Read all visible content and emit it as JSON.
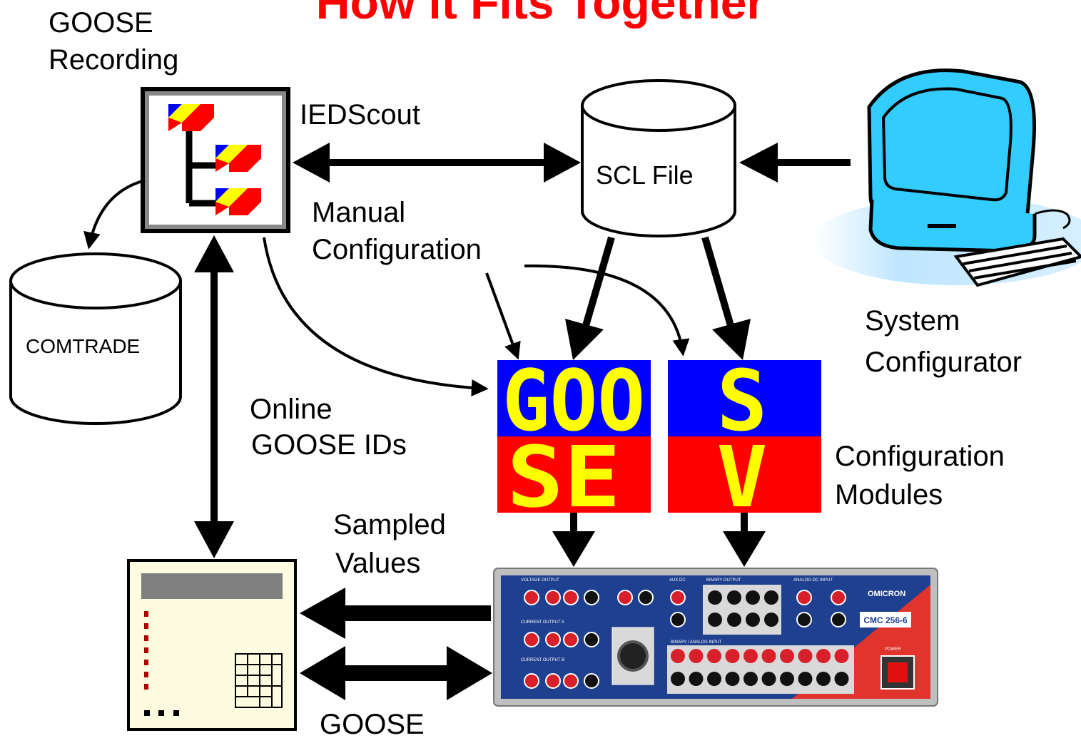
{
  "title": "How it Fits Together",
  "labels": {
    "goose_recording": [
      "GOOSE",
      "Recording"
    ],
    "iedscout": "IEDScout",
    "scl_file": "SCL File",
    "manual_configuration": [
      "Manual",
      "Configuration"
    ],
    "comtrade": "COMTRADE",
    "online_goose_ids": [
      "Online",
      "GOOSE IDs"
    ],
    "system_configurator": [
      "System",
      "Configurator"
    ],
    "configuration_modules": [
      "Configuration",
      "Modules"
    ],
    "sampled_values": [
      "Sampled",
      "Values"
    ],
    "goose_bottom": "GOOSE"
  },
  "modules": {
    "goose": {
      "top": "GOO",
      "bottom": "SE"
    },
    "sv": {
      "top": "S",
      "bottom": "V"
    }
  },
  "cmc_panel": {
    "brand": "OMICRON",
    "model": "CMC 256-6",
    "sections": [
      "VOLTAGE OUTPUT",
      "AUX DC",
      "BINARY OUTPUT",
      "ANALOG DC INPUT",
      "CURRENT OUTPUT A",
      "CURRENT OUTPUT B",
      "BINARY / ANALOG INPUT",
      "POWER"
    ]
  },
  "colors": {
    "title": "#ff0000",
    "module_blue": "#0000ff",
    "module_red": "#ff0000",
    "module_text": "#ffff00",
    "monitor": "#33ccff",
    "panel": "#1f3f8f",
    "panel_accent": "#e0342c"
  }
}
